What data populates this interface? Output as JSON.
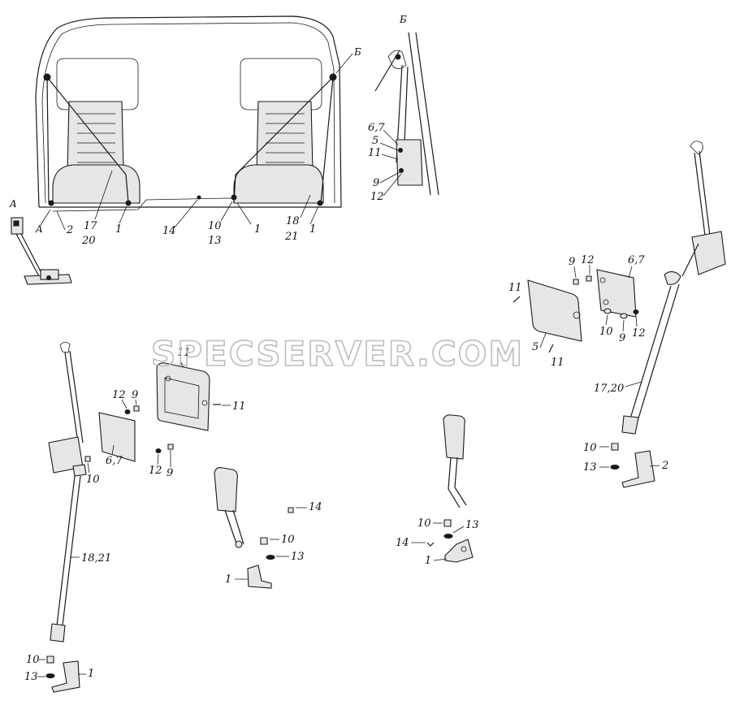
{
  "watermark": "SPECSERVER.COM",
  "view_labels": {
    "a_top": "A",
    "a_side": "A",
    "b_top": "Б",
    "b_side": "Б"
  },
  "cab_labels": {
    "l2": "2",
    "l17": "17",
    "l20": "20",
    "l1a": "1",
    "l14": "14",
    "l10": "10",
    "l13": "13",
    "l1b": "1",
    "l18": "18",
    "l21": "21",
    "l1c": "1"
  },
  "detail_b_labels": {
    "l67": "6,7",
    "l5": "5",
    "l11": "11",
    "l9": "9",
    "l12": "12"
  },
  "right_cover_labels": {
    "l9": "9",
    "l12": "12",
    "l67": "6,7",
    "l11a": "11",
    "l10": "10",
    "l9b": "9",
    "l12b": "12",
    "l5": "5",
    "l11b": "11"
  },
  "right_belt_labels": {
    "l1720": "17,20",
    "l10": "10",
    "l13": "13",
    "l2": "2"
  },
  "left_cover_labels": {
    "l11a": "11",
    "l11b": "11",
    "l12": "12",
    "l9": "9",
    "l67": "6,7",
    "l10": "10",
    "l12b": "12",
    "l9b": "9"
  },
  "left_belt_labels": {
    "l1821": "18,21",
    "l10": "10",
    "l13": "13",
    "l1": "1"
  },
  "center_buckle_labels": {
    "l14": "14",
    "l10": "10",
    "l13": "13",
    "l1": "1"
  },
  "right_buckle_labels": {
    "l10": "10",
    "l13": "13",
    "l14": "14",
    "l1": "1"
  }
}
